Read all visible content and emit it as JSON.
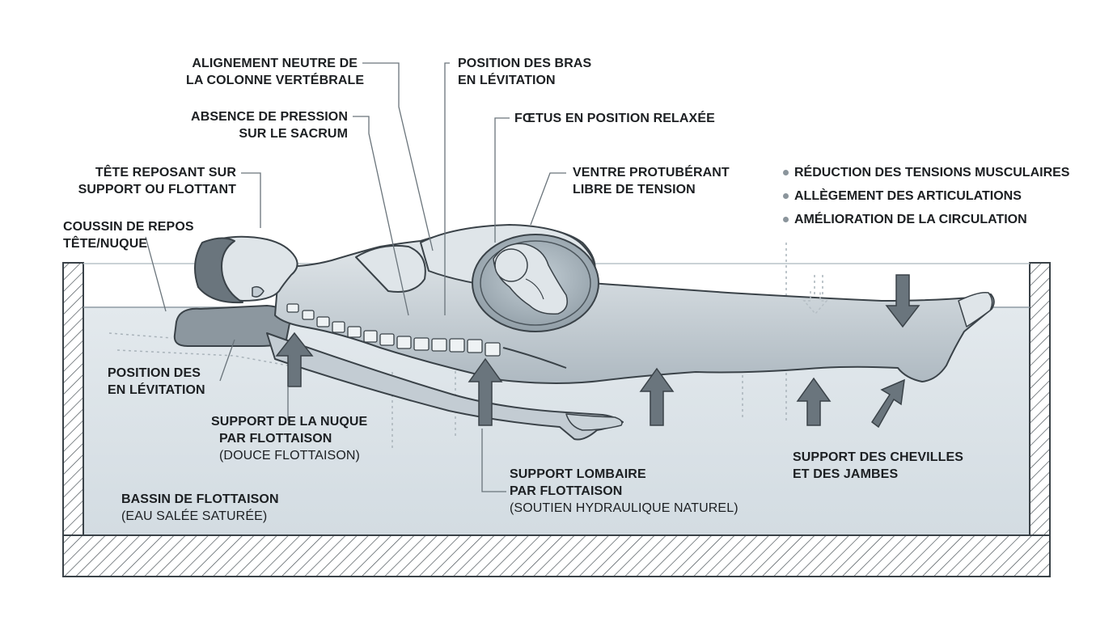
{
  "labels": {
    "spine_alignment": [
      "ALIGNEMENT NEUTRE DE",
      "LA COLONNE VERTÉBRALE"
    ],
    "no_sacrum_pressure": [
      "ABSENCE DE PRESSION",
      "SUR LE SACRUM"
    ],
    "head_support": [
      "TÊTE REPOSANT SUR",
      "SUPPORT OU FLOTTANT"
    ],
    "head_cushion": [
      "COUSSIN DE REPOS",
      "TÊTE/NUQUE"
    ],
    "arms_position_top": [
      "POSITION DES BRAS",
      "EN LÉVITATION"
    ],
    "fetus": "FŒTUS EN POSITION RELAXÉE",
    "belly": [
      "VENTRE PROTUBÉRANT",
      "LIBRE DE TENSION"
    ],
    "arms_position_left": [
      "POSITION DES",
      "EN LÉVITATION"
    ],
    "neck_support": [
      "SUPPORT DE LA NUQUE",
      "PAR FLOTTAISON"
    ],
    "neck_support_sub": "(DOUCE FLOTTAISON)",
    "lumbar_support": [
      "SUPPORT LOMBAIRE",
      "PAR FLOTTAISON"
    ],
    "lumbar_support_sub": "(SOUTIEN HYDRAULIQUE NATUREL)",
    "legs_support": [
      "SUPPORT DES CHEVILLES",
      "ET DES JAMBES"
    ],
    "pool": "BASSIN DE FLOTTAISON",
    "pool_sub": "(EAU SALÉE SATURÉE)"
  },
  "benefits": [
    "RÉDUCTION DES TENSIONS MUSCULAIRES",
    "ALLÈGEMENT DES ARTICULATIONS",
    "AMÉLIORATION DE LA CIRCULATION"
  ],
  "colors": {
    "water": "#d9e1e6",
    "body": "#c9d2d8",
    "outline": "#3a4248",
    "arrow": "#5f6a72",
    "text": "#1c1f22"
  }
}
